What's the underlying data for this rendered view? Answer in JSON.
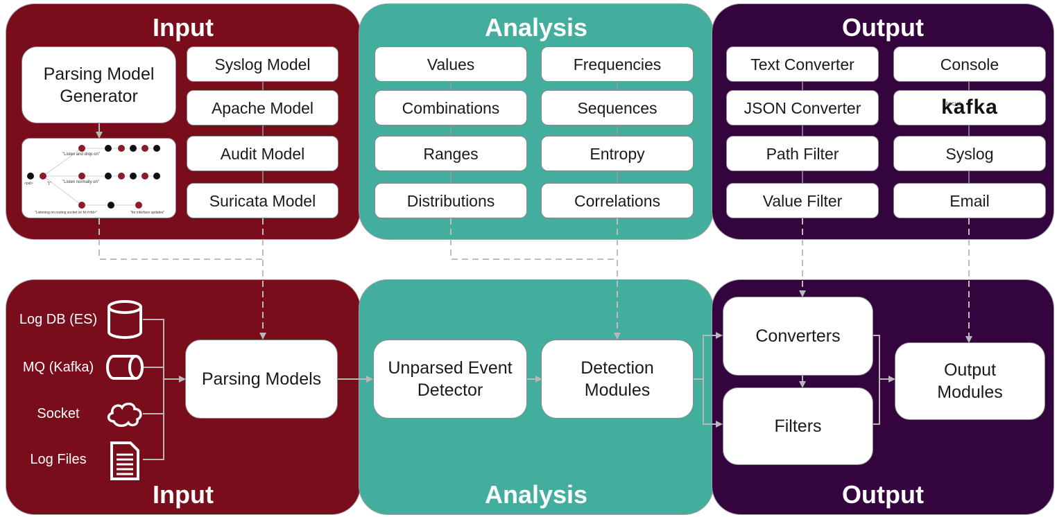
{
  "top": {
    "input": {
      "title": "Input",
      "generator": "Parsing Model Generator",
      "models": [
        "Syslog Model",
        "Apache Model",
        "Audit Model",
        "Suricata Model"
      ]
    },
    "analysis": {
      "title": "Analysis",
      "left": [
        "Values",
        "Combinations",
        "Ranges",
        "Distributions"
      ],
      "right": [
        "Frequencies",
        "Sequences",
        "Entropy",
        "Correlations"
      ]
    },
    "output": {
      "title": "Output",
      "left": [
        "Text Converter",
        "JSON Converter",
        "Path Filter",
        "Value Filter"
      ],
      "right": [
        "Console",
        "kafka",
        "Syslog",
        "Email"
      ],
      "kafka_super": "APACHE"
    }
  },
  "tree_preview": {
    "texts": [
      "\"Listen and drop on\"",
      "\"Listen normally on\"",
      "\"Listening on routing socket on fd #<fd>\"",
      "\"for interface updates\"",
      "<pid>",
      "\"]:\""
    ]
  },
  "bottom": {
    "input": {
      "title": "Input",
      "sources": [
        "Log DB (ES)",
        "MQ (Kafka)",
        "Socket",
        "Log Files"
      ],
      "parsing": "Parsing Models"
    },
    "analysis": {
      "title": "Analysis",
      "unparsed": "Unparsed Event Detector",
      "detection": "Detection Modules"
    },
    "output": {
      "title": "Output",
      "converters": "Converters",
      "filters": "Filters",
      "modules": "Output Modules"
    }
  },
  "colors": {
    "input": "#790d1c",
    "analysis": "#43ad9e",
    "output": "#34043e"
  }
}
